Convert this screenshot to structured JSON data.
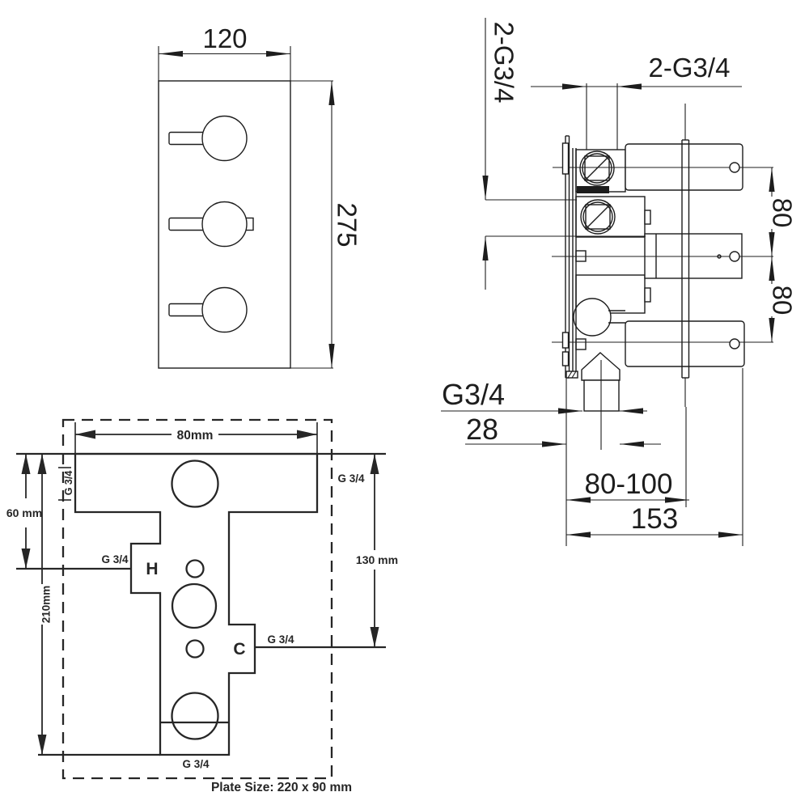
{
  "drawing": {
    "background_color": "#ffffff",
    "line_color": "#1d1d1d",
    "plate_line_color": "#262626"
  },
  "front_view": {
    "width_dim": "120",
    "height_dim": "275"
  },
  "side_view": {
    "vertical_ports_label": "2-G3/4",
    "top_ports_label": "2-G3/4",
    "spacing_upper": "80",
    "spacing_lower": "80",
    "outlet_thread": "G3/4",
    "outlet_offset": "28",
    "depth_range": "80-100",
    "overall_depth": "153"
  },
  "plate_view": {
    "top_width": "80mm",
    "hot_height": "60 mm",
    "overall_height": "210mm",
    "cold_height": "130 mm",
    "thread_top_left": "G 3/4",
    "thread_top_right": "G 3/4",
    "thread_hot": "G 3/4",
    "thread_cold": "G 3/4",
    "thread_bottom": "G 3/4",
    "hot_label": "H",
    "cold_label": "C",
    "plate_size": "Plate Size: 220 x 90 mm"
  }
}
